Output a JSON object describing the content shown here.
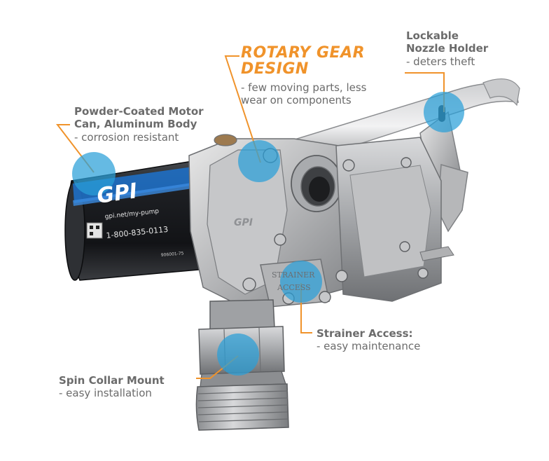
{
  "brand_logo": "GPI",
  "motor_text": {
    "url": "gpi.net/my-pump",
    "phone": "1-800-835-0113",
    "serial": "906001-75"
  },
  "plate_text": {
    "line1": "STRAINER",
    "line2": "ACCESS"
  },
  "colors": {
    "accent_orange": "#f0932b",
    "hotspot_blue": "#2a9fd8",
    "label_gray": "#6b6b6b",
    "motor_blue": "#1f6fc4"
  },
  "callouts": {
    "nozzle": {
      "title_line1": "Lockable",
      "title_line2": "Nozzle Holder",
      "desc": "- deters theft"
    },
    "rotary": {
      "title_line1": "ROTARY GEAR",
      "title_line2": "DESIGN",
      "desc_line1": "- few moving parts, less",
      "desc_line2": "wear on components"
    },
    "motor": {
      "title_line1": "Powder-Coated Motor",
      "title_line2": "Can, Aluminum Body",
      "desc": "- corrosion resistant"
    },
    "strainer": {
      "title": "Strainer Access:",
      "desc": "- easy maintenance"
    },
    "spin": {
      "title": "Spin Collar Mount",
      "desc": "- easy installation"
    }
  }
}
